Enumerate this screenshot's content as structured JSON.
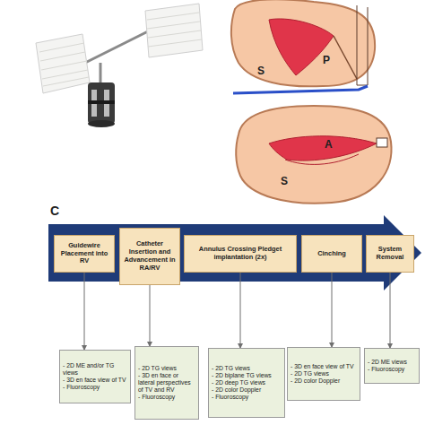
{
  "diagram": {
    "nodes": [
      {
        "text": [
          "Guidewire Placement into RV"
        ]
      },
      {
        "text": [
          "Catheter Insertion and Advancement in RA/RV"
        ]
      },
      {
        "text": [
          "Annulus Crossing Pledget implantation (2x)"
        ]
      },
      {
        "text": [
          "Cinching"
        ]
      },
      {
        "text": [
          "System Removal"
        ]
      },
      {
        "text": [
          "- 2D ME and/or TG views",
          "- 3D en face view of TV",
          "- Fluoroscopy"
        ]
      },
      {
        "text": [
          "- 2D TG views",
          "- 3D en face or lateral perspectives of TV and RV",
          "- Fluoroscopy"
        ]
      },
      {
        "text": [
          "- 2D TG views",
          "- 2D biplane TG views",
          "- 2D deep TG views",
          "- 2D color Doppler",
          "- Fluoroscopy"
        ]
      },
      {
        "text": [
          "- 3D en face view of TV",
          "- 2D TG views",
          "- 2D color Doppler"
        ]
      },
      {
        "text": [
          "- 2D ME views",
          "- Fluoroscopy"
        ]
      }
    ],
    "edges": [
      {
        "from": 0,
        "to": 5,
        "arrow": "to"
      },
      {
        "from": 1,
        "to": 6,
        "arrow": "to"
      },
      {
        "from": 2,
        "to": 7,
        "arrow": "to"
      },
      {
        "from": 3,
        "to": 8,
        "arrow": "to"
      },
      {
        "from": 4,
        "to": 9,
        "arrow": "to"
      }
    ],
    "labels": [
      "S",
      "P",
      "A",
      "S",
      "C"
    ]
  }
}
